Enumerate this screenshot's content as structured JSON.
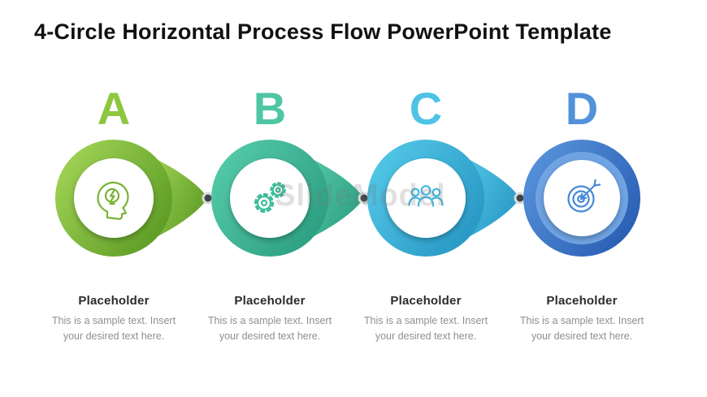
{
  "title": "4-Circle Horizontal Process Flow PowerPoint Template",
  "watermark": "SlideModel",
  "connector_color": "#3F4347",
  "steps": [
    {
      "letter": "A",
      "letter_color": "#8DC63F",
      "ring_gradient": [
        "#A9D95A",
        "#5D9C26"
      ],
      "icon": "head-idea-icon",
      "heading": "Placeholder",
      "body": "This is a sample text. Insert your desired text here."
    },
    {
      "letter": "B",
      "letter_color": "#4FC6A3",
      "ring_gradient": [
        "#58CFAC",
        "#2E9F82"
      ],
      "icon": "gears-icon",
      "heading": "Placeholder",
      "body": "This is a sample text. Insert your desired text here."
    },
    {
      "letter": "C",
      "letter_color": "#4EC3E6",
      "ring_gradient": [
        "#58CDEB",
        "#2898C4"
      ],
      "icon": "team-icon",
      "heading": "Placeholder",
      "body": "This is a sample text. Insert your desired text here."
    },
    {
      "letter": "D",
      "letter_color": "#5192DB",
      "ring_gradient": [
        "#5C98DF",
        "#2A5FB4"
      ],
      "icon": "target-icon",
      "heading": "Placeholder",
      "body": "This is a sample text. Insert your desired text here."
    }
  ]
}
